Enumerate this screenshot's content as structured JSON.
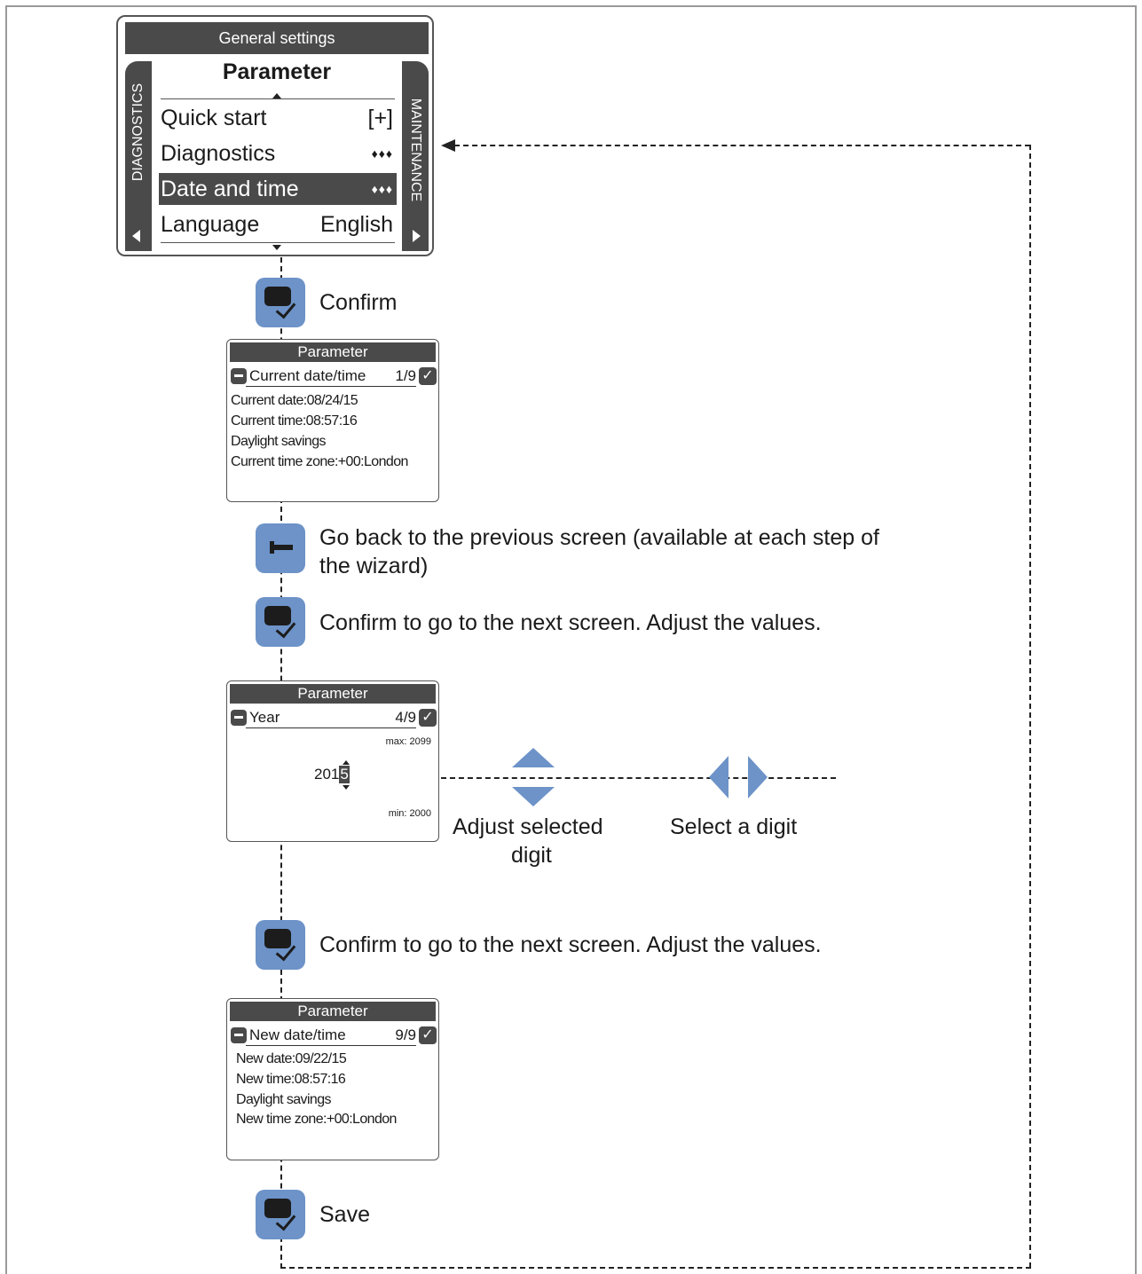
{
  "main_screen": {
    "title": "General settings",
    "heading": "Parameter",
    "left_tab": "DIAGNOSTICS",
    "right_tab": "MAINTENANCE",
    "items": [
      {
        "label": "Quick start",
        "value": "[+]"
      },
      {
        "label": "Diagnostics",
        "value": "♦♦♦"
      },
      {
        "label": "Date and time",
        "value": "♦♦♦"
      },
      {
        "label": "Language",
        "value": "English"
      }
    ]
  },
  "steps": {
    "confirm": "Confirm",
    "go_back": "Go back to the previous screen (available at each step of",
    "go_back_2": "the wizard)",
    "confirm_next_1": "Confirm to go to the next screen. Adjust the values.",
    "confirm_next_2": "Confirm to go to the next screen. Adjust the values.",
    "save": "Save"
  },
  "screen_current": {
    "title": "Parameter",
    "header": "Current date/time",
    "step": "1/9",
    "ok": "✓",
    "lines": [
      "Current date:08/24/15",
      "Current time:08:57:16",
      "Daylight savings",
      "Current time zone:+00:London"
    ]
  },
  "screen_year": {
    "title": "Parameter",
    "header": "Year",
    "step": "4/9",
    "ok": "✓",
    "max": "max: 2099",
    "value_prefix": "201",
    "value_digit": "5",
    "min": "min: 2000"
  },
  "screen_new": {
    "title": "Parameter",
    "header": "New date/time",
    "step": "9/9",
    "ok": "✓",
    "lines": [
      "New date:09/22/15",
      "New time:08:57:16",
      "Daylight savings",
      "New time zone:+00:London"
    ]
  },
  "adjust": {
    "adjust_label_1": "Adjust selected",
    "adjust_label_2": "digit",
    "select_label": "Select a digit"
  },
  "colors": {
    "button_blue": "#6d93c8",
    "screen_dark": "#4a4a4a"
  }
}
